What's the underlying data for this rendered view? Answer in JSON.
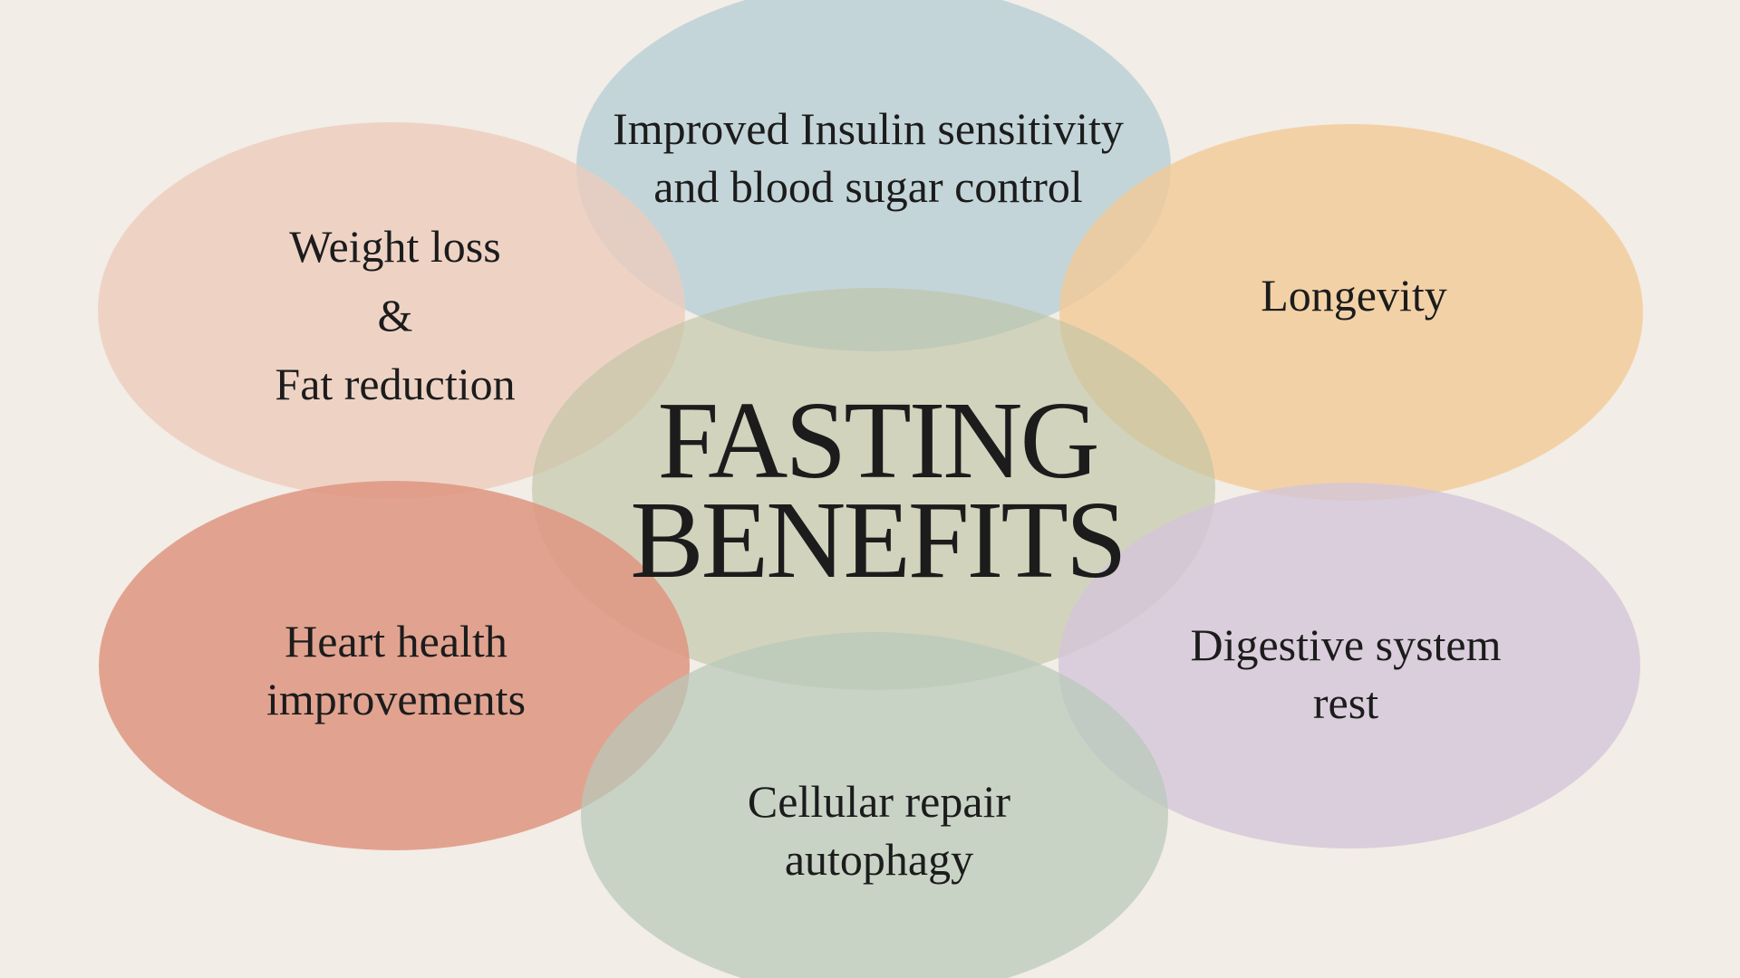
{
  "background_color": "#f2ede6",
  "title": {
    "line1": "FASTING",
    "line2": "BENEFITS"
  },
  "benefits": [
    {
      "id": "insulin",
      "lines": [
        "Improved Insulin sensitivity",
        "and blood sugar control"
      ],
      "color": "#c5d8dc"
    },
    {
      "id": "weight",
      "lines": [
        "Weight loss",
        "&",
        "Fat reduction"
      ],
      "color": "#efd5c9"
    },
    {
      "id": "longevity",
      "lines": [
        "Longevity"
      ],
      "color": "#f5d1a6"
    },
    {
      "id": "heart",
      "lines": [
        "Heart health",
        "improvements"
      ],
      "color": "#e2a390"
    },
    {
      "id": "digestive",
      "lines": [
        "Digestive system",
        "rest"
      ],
      "color": "#ddd3e0"
    },
    {
      "id": "cellular",
      "lines": [
        "Cellular repair",
        "autophagy"
      ],
      "color": "#c9d6cb"
    }
  ],
  "center_color": "#d2d4bf"
}
